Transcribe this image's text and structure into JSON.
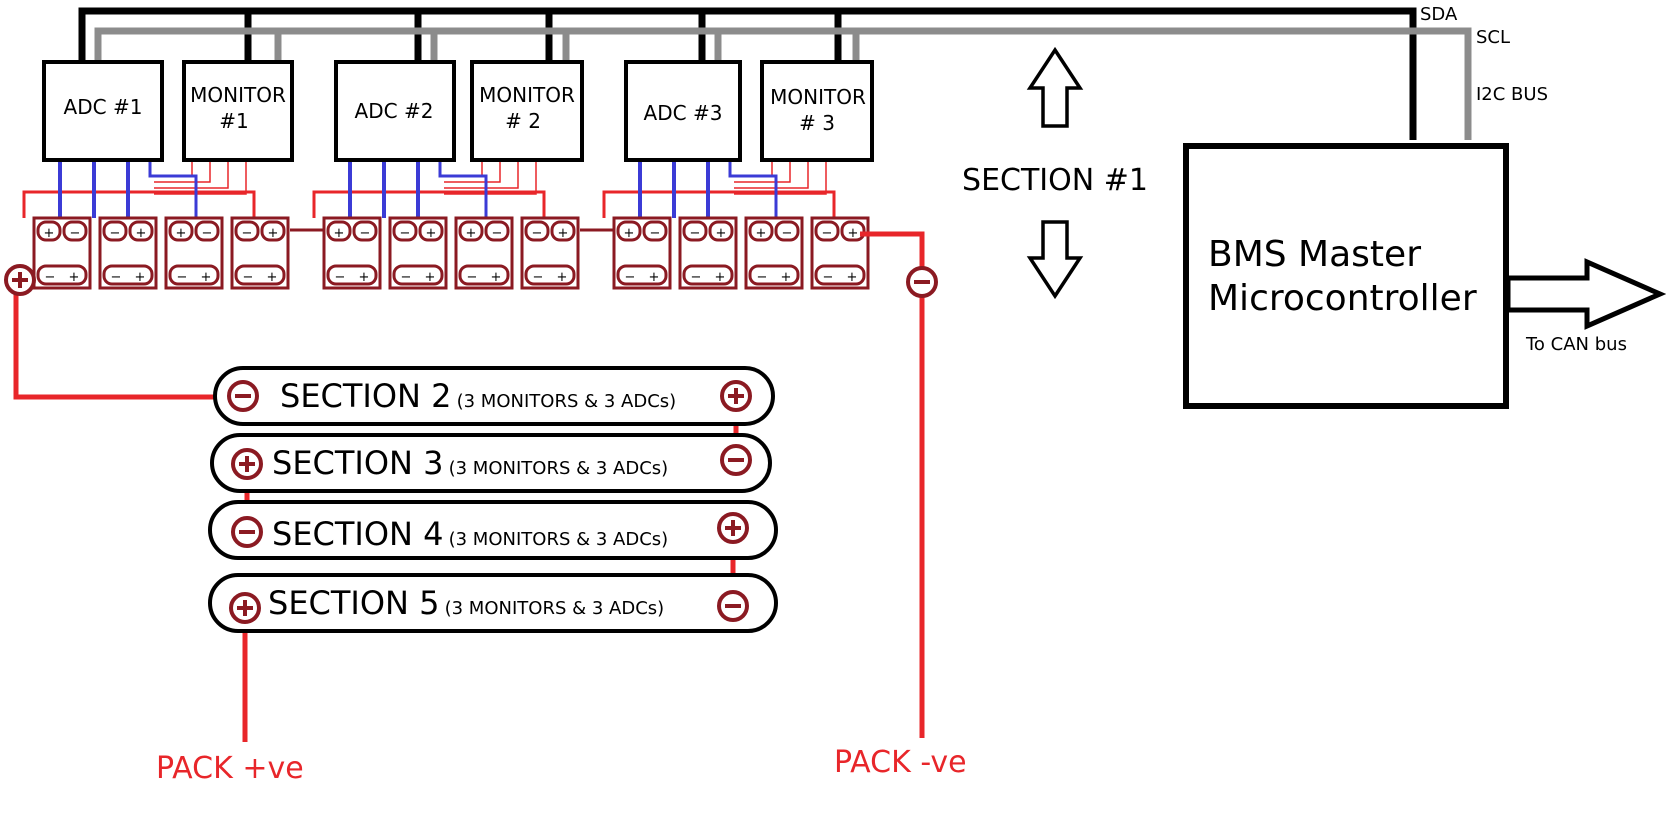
{
  "colors": {
    "sda_wire": "#000000",
    "scl_wire": "#8c8c8c",
    "power_wire": "#e8262a",
    "sense_wire": "#3b3bd6",
    "terminal": "#8b1a22",
    "pack_label": "#e8262a"
  },
  "bus": {
    "sda_label": "SDA",
    "scl_label": "SCL",
    "bus_label": "I2C BUS"
  },
  "modules": [
    {
      "id": "adc1",
      "line1": "ADC #1",
      "line2": ""
    },
    {
      "id": "mon1",
      "line1": "MONITOR",
      "line2": "#1"
    },
    {
      "id": "adc2",
      "line1": "ADC #2",
      "line2": ""
    },
    {
      "id": "mon2",
      "line1": "MONITOR",
      "line2": "# 2"
    },
    {
      "id": "adc3",
      "line1": "ADC #3",
      "line2": ""
    },
    {
      "id": "mon3",
      "line1": "MONITOR",
      "line2": "# 3"
    }
  ],
  "section1_label": "SECTION #1",
  "master": {
    "line1": "BMS Master",
    "line2": "Microcontroller",
    "output_label": "To CAN bus"
  },
  "sections": [
    {
      "title": "SECTION 2",
      "sub": "(3 MONITORS & 3 ADCs)"
    },
    {
      "title": "SECTION 3",
      "sub": "(3 MONITORS & 3 ADCs)"
    },
    {
      "title": "SECTION 4",
      "sub": "(3 MONITORS & 3 ADCs)"
    },
    {
      "title": "SECTION 5",
      "sub": "(3 MONITORS & 3 ADCs)"
    }
  ],
  "terminal_symbols": {
    "plus": "+",
    "minus": "−"
  },
  "pack": {
    "positive": "PACK +ve",
    "negative": "PACK -ve"
  }
}
